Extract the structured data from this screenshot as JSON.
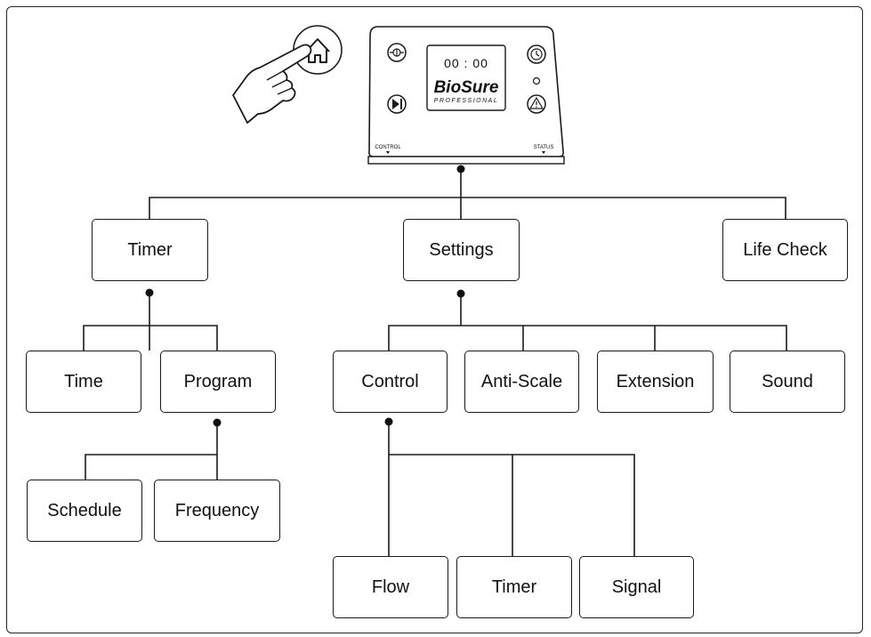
{
  "device": {
    "time_display": "00 : 00",
    "brand": "BioSure",
    "brand_sub": "PROFESSIONAL",
    "label_left": "CONTROL",
    "label_right": "STATUS"
  },
  "menu": {
    "timer": "Timer",
    "settings": "Settings",
    "life_check": "Life Check",
    "time": "Time",
    "program": "Program",
    "schedule": "Schedule",
    "frequency": "Frequency",
    "control": "Control",
    "anti_scale": "Anti-Scale",
    "extension": "Extension",
    "sound": "Sound",
    "flow": "Flow",
    "control_timer": "Timer",
    "signal": "Signal"
  },
  "icons": [
    "home-icon",
    "pointing-hand-icon",
    "drain-valve-icon",
    "clock-icon",
    "play-pause-icon",
    "warning-icon"
  ]
}
